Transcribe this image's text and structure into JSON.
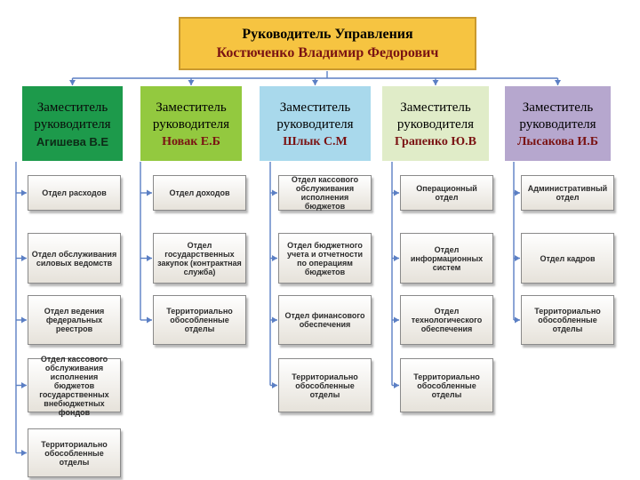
{
  "head": {
    "title": "Руководитель Управления",
    "name": "Костюченко Владимир Федорович"
  },
  "deputies": [
    {
      "title": "Заместитель руководителя",
      "name": "Агишева В.Е",
      "bg": "#1d9a4b",
      "name_color": "#0d2b17",
      "units": [
        "Отдел расходов",
        "Отдел обслуживания силовых ведомств",
        "Отдел ведения федеральных реестров",
        "Отдел кассового обслуживания исполнения бюджетов государственных внебюджетных фондов",
        "Территориально обособленные отделы"
      ]
    },
    {
      "title": "Заместитель руководителя",
      "name": "Новак Е.Б",
      "bg": "#93c93f",
      "name_color": "#7a1313",
      "units": [
        "Отдел доходов",
        "Отдел государственных закупок (контрактная служба)",
        "Территориально обособленные отделы"
      ]
    },
    {
      "title": "Заместитель руководителя",
      "name": "Шлык С.М",
      "bg": "#a9d9ec",
      "name_color": "#7a1313",
      "units": [
        "Отдел кассового обслуживания исполнения бюджетов",
        "Отдел бюджетного учета и отчетности по операциям бюджетов",
        "Отдел финансового обеспечения",
        "Территориально обособленные отделы"
      ]
    },
    {
      "title": "Заместитель руководителя",
      "name": "Грапенко Ю.В",
      "bg": "#e0ecc8",
      "name_color": "#7a1313",
      "units": [
        "Операционный отдел",
        "Отдел информационных систем",
        "Отдел технологического обеспечения",
        "Территориально обособленные отделы"
      ]
    },
    {
      "title": "Заместитель руководителя",
      "name": "Лысакова И.Б",
      "bg": "#b6a7ce",
      "name_color": "#7a1313",
      "units": [
        "Административный отдел",
        "Отдел кадров",
        "Территориально обособленные отделы"
      ]
    }
  ],
  "colors": {
    "connector": "#5b7fc4"
  }
}
